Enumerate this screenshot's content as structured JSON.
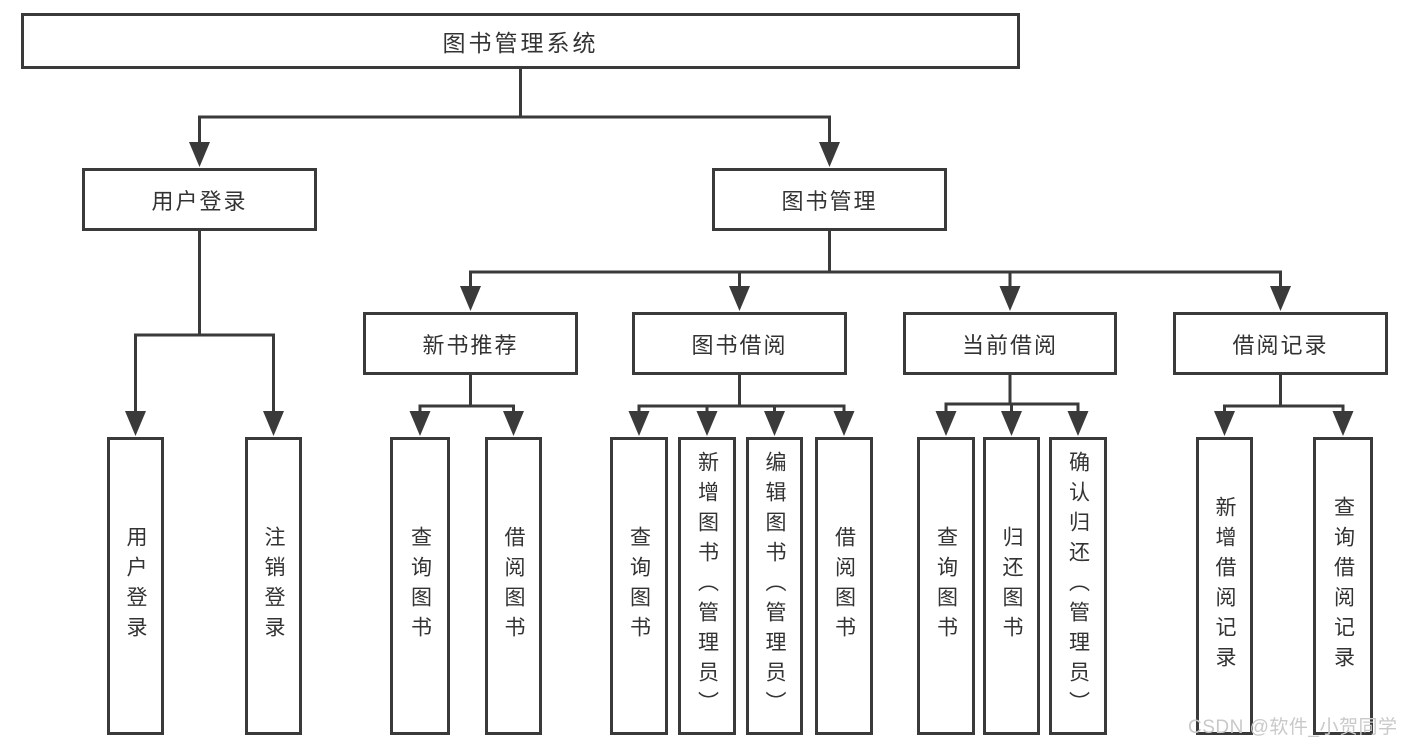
{
  "diagram": {
    "root": {
      "label": "图书管理系统"
    },
    "user_login": {
      "label": "用户登录",
      "children": [
        "用户登录",
        "注销登录"
      ]
    },
    "book_mgmt": {
      "label": "图书管理",
      "children": {
        "new_books": {
          "label": "新书推荐",
          "children": [
            "查询图书",
            "借阅图书"
          ]
        },
        "book_borrow": {
          "label": "图书借阅",
          "children": [
            "查询图书",
            "新增图书（管理员）",
            "编辑图书（管理员）",
            "借阅图书"
          ]
        },
        "current_borrow": {
          "label": "当前借阅",
          "children": [
            "查询图书",
            "归还图书",
            "确认归还（管理员）"
          ]
        },
        "borrow_records": {
          "label": "借阅记录",
          "children": [
            "新增借阅记录",
            "查询借阅记录"
          ]
        }
      }
    },
    "watermark": "CSDN @软件_小贺同学",
    "colors": {
      "line": "#3a3a3a",
      "text": "#333333",
      "watermark": "#c9c9c9",
      "background": "#ffffff"
    }
  }
}
